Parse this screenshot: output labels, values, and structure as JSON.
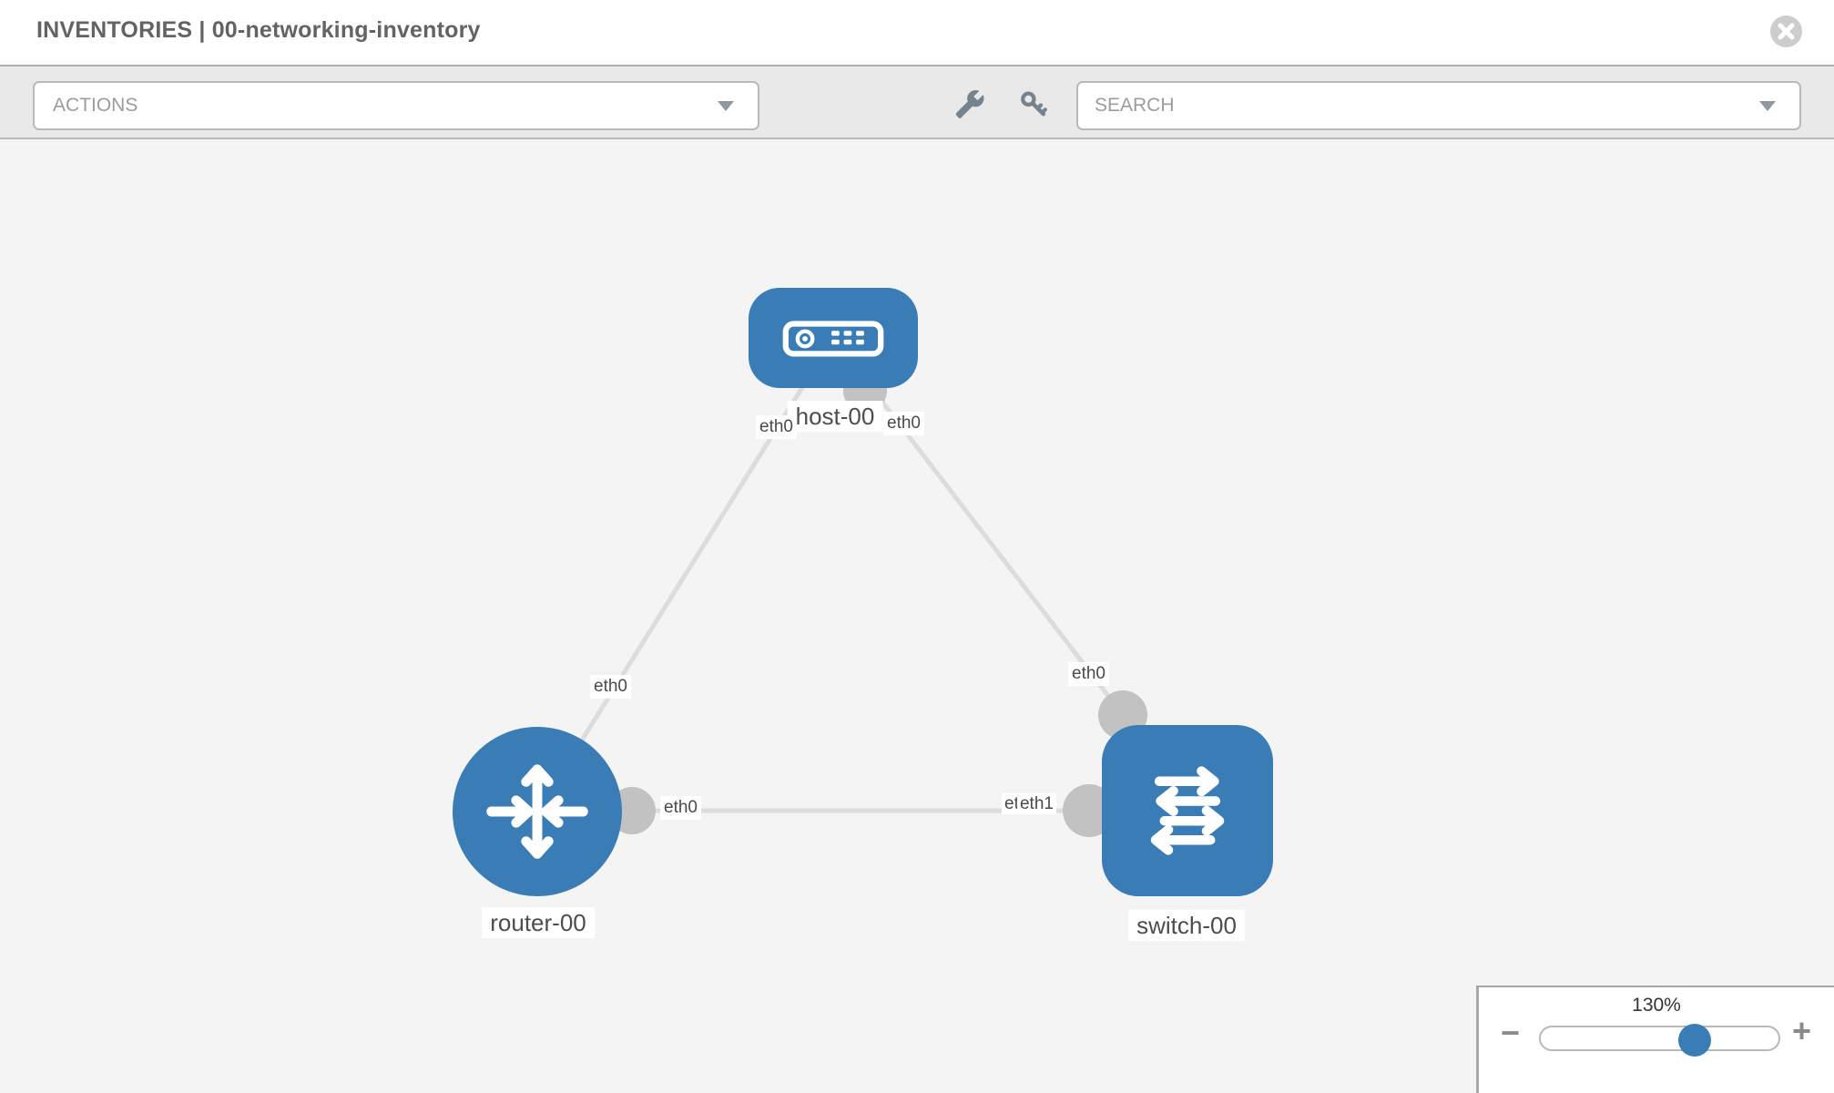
{
  "header": {
    "title": "INVENTORIES | 00-networking-inventory"
  },
  "toolbar": {
    "actions_label": "ACTIONS",
    "search_placeholder": "SEARCH"
  },
  "icons": {
    "close": "x-circle",
    "actions_caret": "chevron-down",
    "search_caret": "chevron-down",
    "tool_left": "wrench",
    "tool_right": "key",
    "zoom_out": "minus",
    "zoom_in": "plus"
  },
  "canvas": {
    "nodes": [
      {
        "id": "host-00",
        "type": "host",
        "label": "host-00"
      },
      {
        "id": "router-00",
        "type": "router",
        "label": "router-00"
      },
      {
        "id": "switch-00",
        "type": "switch",
        "label": "switch-00"
      }
    ],
    "links": [
      {
        "source": "host-00",
        "target": "router-00",
        "source_interface": "eth0",
        "target_interface": "eth0"
      },
      {
        "source": "host-00",
        "target": "switch-00",
        "source_interface": "eth0",
        "target_interface": "eth0"
      },
      {
        "source": "router-00",
        "target": "switch-00",
        "source_interface": "eth0",
        "target_interface": "eth1",
        "target_overlap_labels": [
          "eth0",
          "eth1"
        ]
      }
    ]
  },
  "zoom_panel": {
    "value": "130%",
    "minus_label": "−",
    "plus_label": "+"
  },
  "colors": {
    "node-blue": "#3a7cb5",
    "edge-gray": "#dcdcdc",
    "port-gray": "#c2c2c2",
    "toolbar-bg": "#e9e9e9",
    "canvas-bg": "#f4f4f4",
    "icon-gray": "#76828c"
  }
}
